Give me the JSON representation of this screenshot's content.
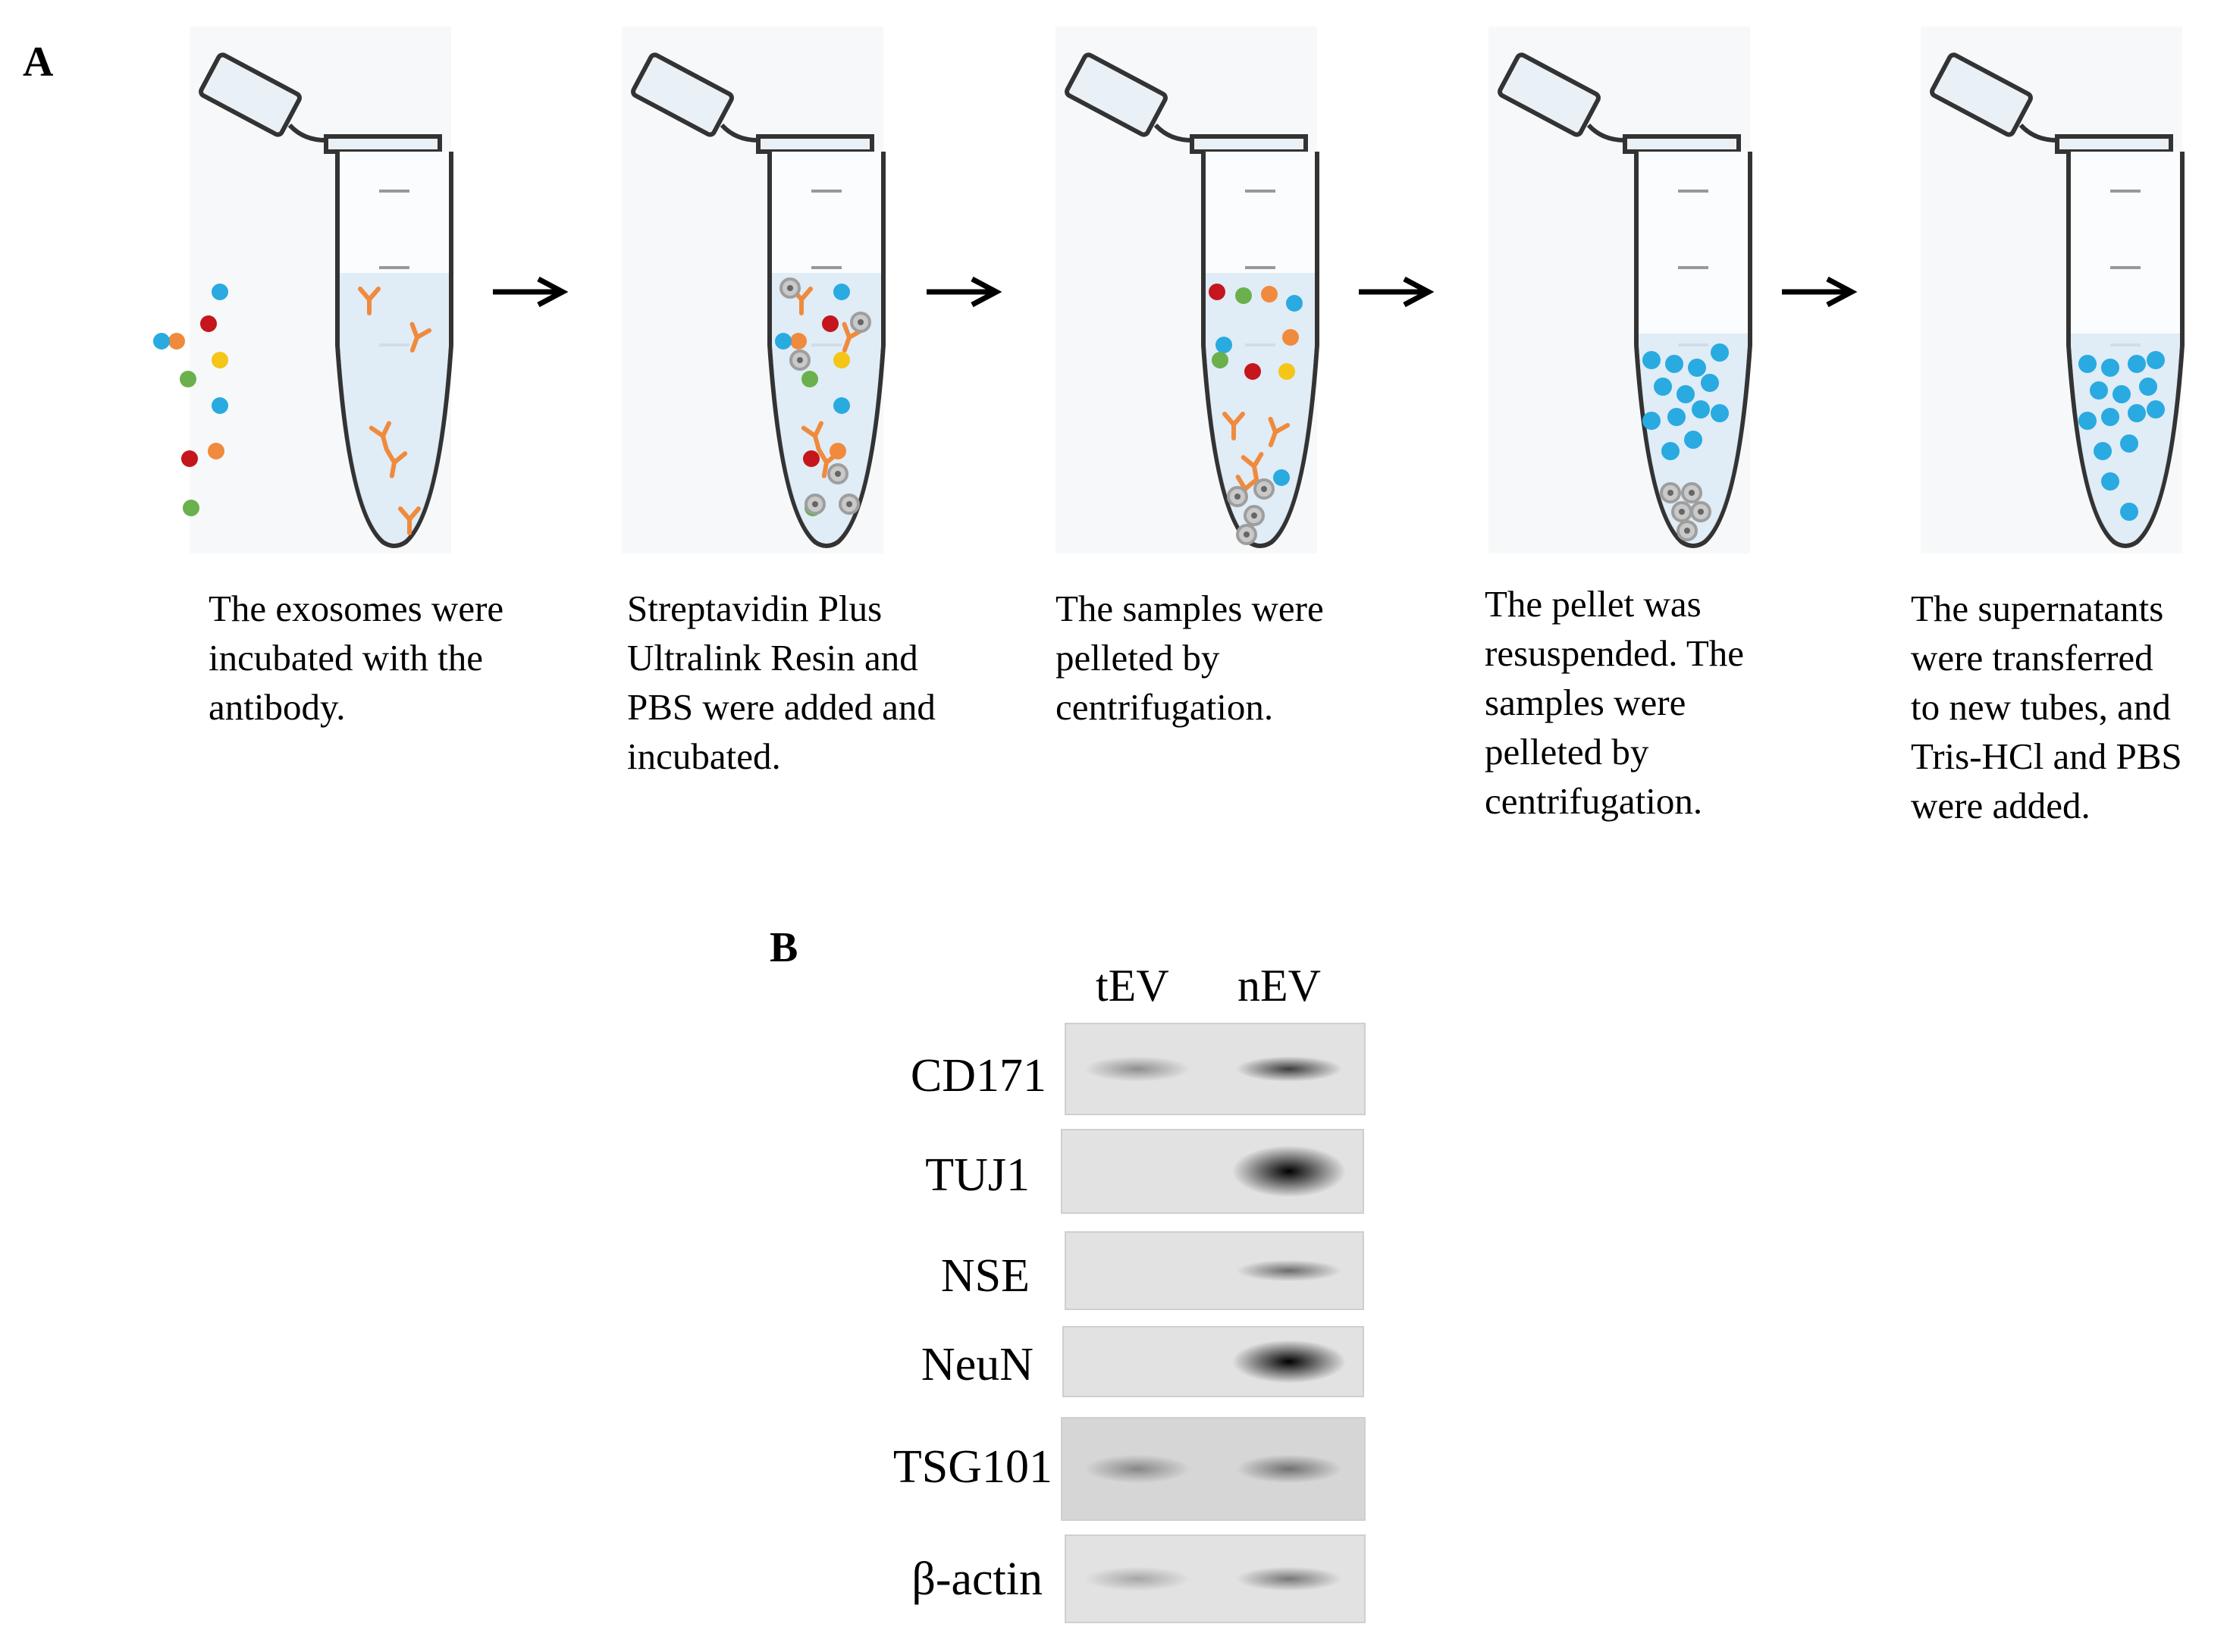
{
  "panel_a": {
    "label": "A",
    "steps": [
      {
        "caption": "The exosomes were\nincubated with the\nantibody.",
        "tube": "antibody-incubation"
      },
      {
        "caption": "Streptavidin Plus\nUltralink Resin and\nPBS were added and\nincubated.",
        "tube": "resin-added"
      },
      {
        "caption": "The samples were\npelleted by\ncentrifugation.",
        "tube": "pelleted"
      },
      {
        "caption": "The pellet was\nresuspended. The\nsamples were\npelleted by\ncentrifugation.",
        "tube": "resuspended-pelleted"
      },
      {
        "caption": "The supernatants\nwere transferred\nto new tubes, and\nTris-HCl and PBS\nwere added.",
        "tube": "supernatant-transferred"
      }
    ],
    "arrow_icon": "right-arrow-icon"
  },
  "panel_b": {
    "label": "B",
    "lanes": [
      "tEV",
      "nEV"
    ],
    "bands": [
      {
        "name": "CD171",
        "intensity": [
          0.35,
          0.7
        ]
      },
      {
        "name": "TUJ1",
        "intensity": [
          0.0,
          1.0
        ]
      },
      {
        "name": "NSE",
        "intensity": [
          0.0,
          0.5
        ]
      },
      {
        "name": "NeuN",
        "intensity": [
          0.0,
          1.0
        ]
      },
      {
        "name": "TSG101",
        "intensity": [
          0.35,
          0.45
        ]
      },
      {
        "name": "β-actin",
        "intensity": [
          0.25,
          0.45
        ]
      }
    ]
  },
  "colors": {
    "antibody": "#f08a3c",
    "blue_particle": "#29aae1",
    "red_particle": "#c4161c",
    "green_particle": "#6ab04c",
    "yellow_particle": "#f5c518",
    "orange_particle": "#f08a3c",
    "resin_bead": "#9e9e9e",
    "liquid": "#dbe9f4"
  }
}
